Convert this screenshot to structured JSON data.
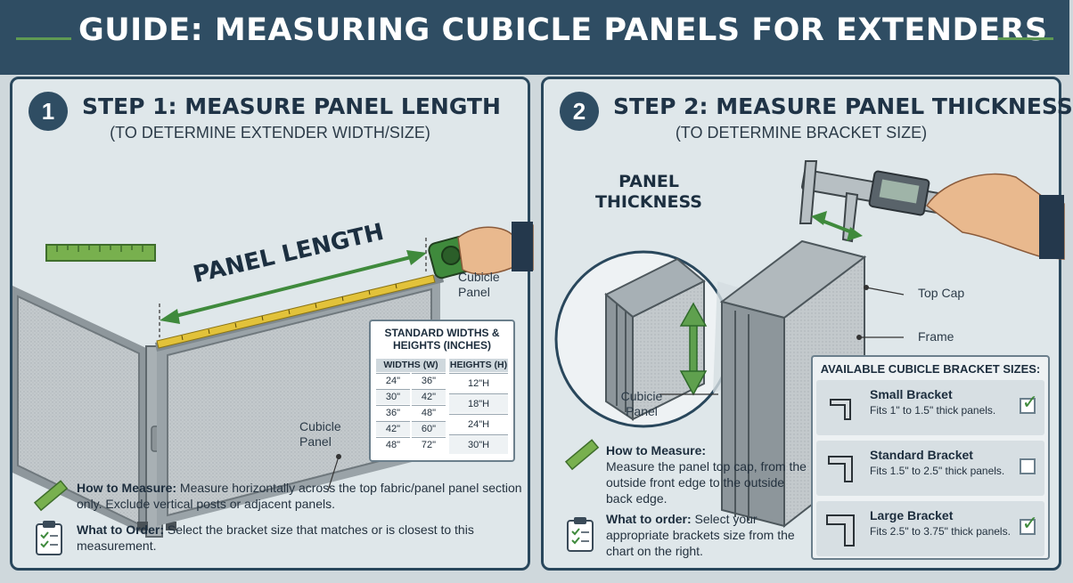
{
  "header": {
    "title": "GUIDE: MEASURING CUBICLE PANELS FOR EXTENDERS",
    "accent_color": "#5f9a53",
    "bg_color": "#2f4d63"
  },
  "step1": {
    "number": "1",
    "title": "STEP 1: MEASURE PANEL LENGTH",
    "subtitle": "(TO DETERMINE EXTENDER WIDTH/SIZE)",
    "panel_length_label": "PANEL LENGTH",
    "cubicle_panel_label_1": "Cubicle Panel",
    "cubicle_panel_label_2": "Cubicle Panel",
    "table": {
      "title": "STANDARD WIDTHS & HEIGHTS (INCHES)",
      "col_widths": "WIDTHS (W)",
      "col_heights": "HEIGHTS (H)",
      "widths": [
        [
          "24\"",
          "36\""
        ],
        [
          "30\"",
          "42\""
        ],
        [
          "36\"",
          "48\""
        ],
        [
          "42\"",
          "60\""
        ],
        [
          "48\"",
          "72\""
        ]
      ],
      "heights": [
        "12\"H",
        "18\"H",
        "24\"H",
        "30\"H"
      ]
    },
    "how_to_measure_label": "How to Measure:",
    "how_to_measure_text": "Measure horizontally across the top fabric/panel panel section only. Exclude vertical posts or adjacent panels.",
    "what_to_order_label": "What to Order:",
    "what_to_order_text": "Select the bracket size that matches or is closest to this measurement."
  },
  "step2": {
    "number": "2",
    "title": "STEP 2: MEASURE PANEL THICKNESS",
    "subtitle": "(TO DETERMINE BRACKET SIZE)",
    "panel_thickness_label": "PANEL THICKNESS",
    "top_cap_label": "Top Cap",
    "frame_label": "Frame",
    "cubicle_panel_label": "Cubicie Panel",
    "how_to_measure_label": "How to Measure:",
    "how_to_measure_text": "Measure the panel top cap, from the outside front edge to the outside back edge.",
    "what_to_order_label": "What to order:",
    "what_to_order_text": "Select your appropriate brackets size from the chart on the right.",
    "brackets_title": "AVAILABLE CUBICLE BRACKET SIZES:",
    "brackets": [
      {
        "name": "Small Bracket",
        "desc": "Fits 1\" to 1.5\" thick panels.",
        "checked": true
      },
      {
        "name": "Standard Bracket",
        "desc": "Fits 1.5\" to 2.5\" thick panels.",
        "checked": false
      },
      {
        "name": "Large Bracket",
        "desc": "Fits 2.5\" to 3.75\" thick panels.",
        "checked": true
      }
    ],
    "check_symbol": "✓"
  }
}
